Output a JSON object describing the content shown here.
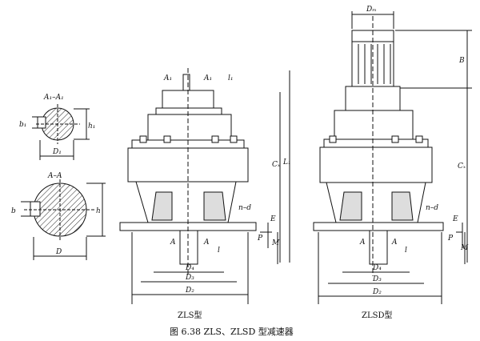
{
  "labels": {
    "section_a1": "A₁–A₁",
    "h1_small": "h₁",
    "b1": "b₁",
    "h1": "h₁",
    "d1": "D₁",
    "section_a": "A–A",
    "b": "b",
    "h": "h",
    "d": "D",
    "a1_arrow_left": "A₁",
    "a1_arrow_right": "A₁",
    "l1_top": "l₁",
    "cf": "Cₓ",
    "l1": "L₁",
    "nd_left": "n–d",
    "e_left": "E",
    "p_left": "P",
    "m_left": "M",
    "a_left_1": "A",
    "a_left_2": "A",
    "l_left": "l",
    "d4_left": "D₄",
    "d3_left": "D₃",
    "d2_left": "D₂",
    "dm": "Dₘ",
    "b_motor": "B",
    "cf_right": "Cₓ",
    "nd_right": "n–d",
    "e_right": "E",
    "p_right": "P",
    "m_right": "M",
    "a_right_1": "A",
    "a_right_2": "A",
    "l_right": "l",
    "d4_right": "D₄",
    "d3_right": "D₃",
    "d2_right": "D₂"
  },
  "captions": {
    "zls": "ZLS型",
    "zlsd": "ZLSD型"
  },
  "figure_title": "图 6.38   ZLS、ZLSD 型减速器"
}
